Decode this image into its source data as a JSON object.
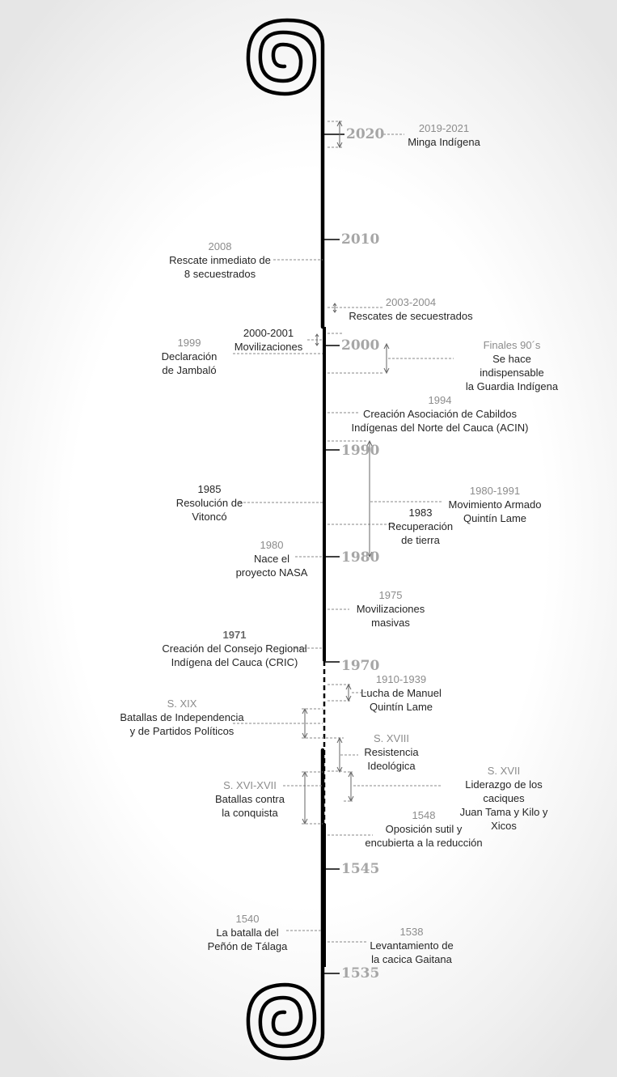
{
  "timeline": {
    "years": [
      "2020",
      "2010",
      "2000",
      "1990",
      "1980",
      "1970",
      "1545",
      "1535"
    ],
    "events": [
      {
        "id": "2019-2021",
        "date": "2019-2021",
        "label": "Minga Indígena"
      },
      {
        "id": "2008",
        "date": "2008",
        "label": "Rescate inmediato de\n8 secuestrados"
      },
      {
        "id": "2003-2004",
        "date": "2003-2004",
        "label": "Rescates de secuestrados"
      },
      {
        "id": "2000-2001",
        "date": "2000-2001",
        "label": "Movilizaciones"
      },
      {
        "id": "1999",
        "date": "1999",
        "label": "Declaración\nde Jambaló"
      },
      {
        "id": "finales-90s",
        "date": "Finales 90´s",
        "label": "Se hace indispensable\nla Guardia Indígena"
      },
      {
        "id": "1994",
        "date": "1994",
        "label": "Creación  Asociación  de Cabildos\nIndígenas del Norte del Cauca (ACIN)"
      },
      {
        "id": "1985",
        "date": "1985",
        "label": "Resolución de\nVitoncó"
      },
      {
        "id": "1980-1991",
        "date": "1980-1991",
        "label": "Movimiento Armado\nQuintín Lame"
      },
      {
        "id": "1983",
        "date": "1983",
        "label": "Recuperación\nde tierra"
      },
      {
        "id": "1980",
        "date": "1980",
        "label": "Nace el\nproyecto NASA"
      },
      {
        "id": "1975",
        "date": "1975",
        "label": "Movilizaciones\nmasivas"
      },
      {
        "id": "1971",
        "date": "1971",
        "label": "Creación del Consejo Regional\nIndígena del Cauca (CRIC)"
      },
      {
        "id": "1910-1939",
        "date": "1910-1939",
        "label": "Lucha de Manuel\nQuintín Lame"
      },
      {
        "id": "s-xix",
        "date": "S. XIX",
        "label": "Batallas de Independencia\ny de Partidos Políticos"
      },
      {
        "id": "s-xviii",
        "date": "S. XVIII",
        "label": "Resistencia\nIdeológica"
      },
      {
        "id": "s-xvii",
        "date": "S. XVII",
        "label": "Liderazgo de los caciques\nJuan Tama y Kilo y Xicos"
      },
      {
        "id": "s-xvi-xvii",
        "date": "S. XVI-XVII",
        "label": "Batallas contra\nla conquista"
      },
      {
        "id": "1548",
        "date": "1548",
        "label": "Oposición sutil y\nencubierta a la reducción"
      },
      {
        "id": "1540",
        "date": "1540",
        "label": "La batalla del\nPeñón de Tálaga"
      },
      {
        "id": "1538",
        "date": "1538",
        "label": "Levantamiento de\nla cacica Gaitana"
      }
    ]
  }
}
